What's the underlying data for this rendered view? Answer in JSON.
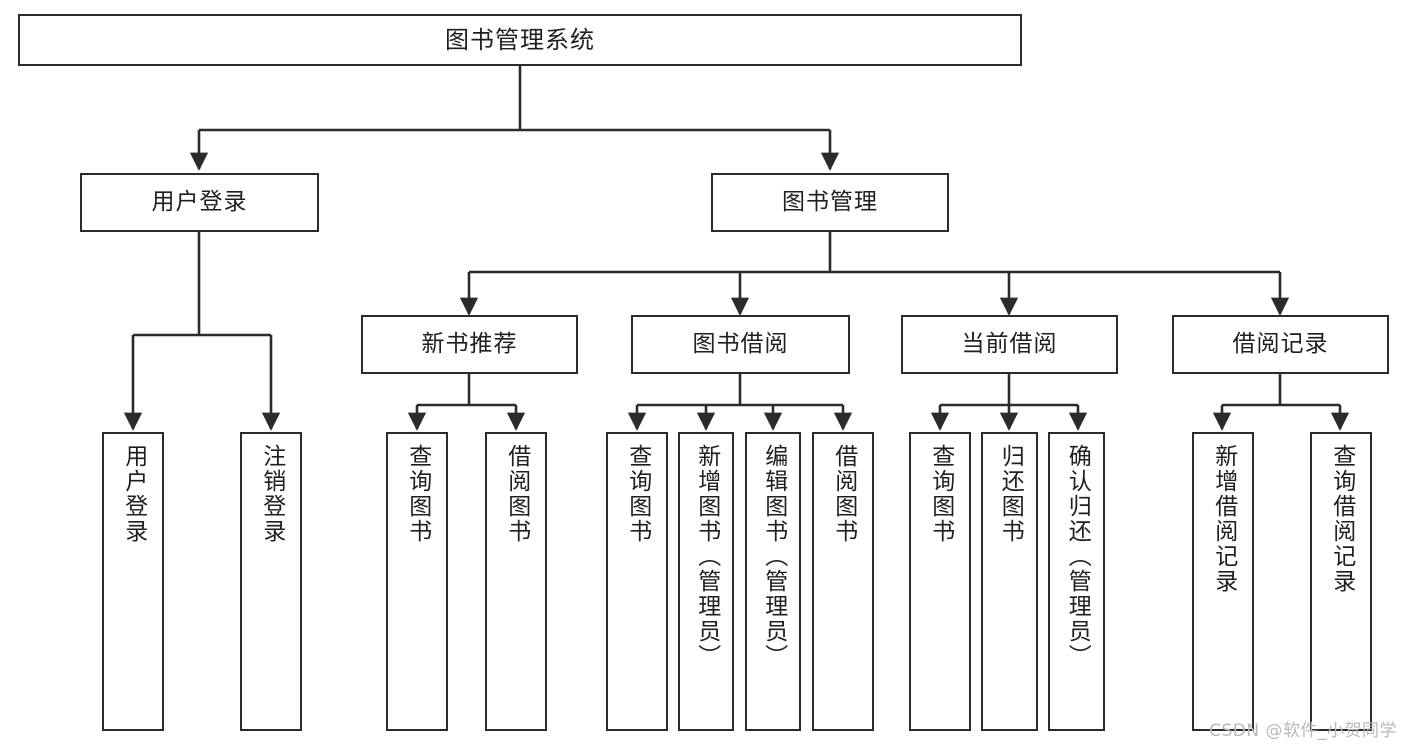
{
  "diagram": {
    "title": "图书管理系统",
    "watermark": "CSDN @软件_小贺同学",
    "colors": {
      "stroke": "#2b2b2b",
      "box_fill": "#ffffff",
      "text": "#1f1f1f",
      "watermark": "#b9b9b9",
      "background": "#ffffff"
    },
    "root": {
      "label": "图书管理系统"
    },
    "level2": [
      {
        "label": "用户登录"
      },
      {
        "label": "图书管理"
      }
    ],
    "level3": [
      {
        "label": "新书推荐"
      },
      {
        "label": "图书借阅"
      },
      {
        "label": "当前借阅"
      },
      {
        "label": "借阅记录"
      }
    ],
    "leaves": {
      "user_login": [
        {
          "label": "用户登录"
        },
        {
          "label": "注销登录"
        }
      ],
      "new_book": [
        {
          "label": "查询图书"
        },
        {
          "label": "借阅图书"
        }
      ],
      "borrow_book": [
        {
          "label": "查询图书"
        },
        {
          "label": "新增图书（管理员）"
        },
        {
          "label": "编辑图书（管理员）"
        },
        {
          "label": "借阅图书"
        }
      ],
      "current_borrow": [
        {
          "label": "查询图书"
        },
        {
          "label": "归还图书"
        },
        {
          "label": "确认归还（管理员）"
        }
      ],
      "borrow_record": [
        {
          "label": "新增借阅记录"
        },
        {
          "label": "查询借阅记录"
        }
      ]
    }
  }
}
